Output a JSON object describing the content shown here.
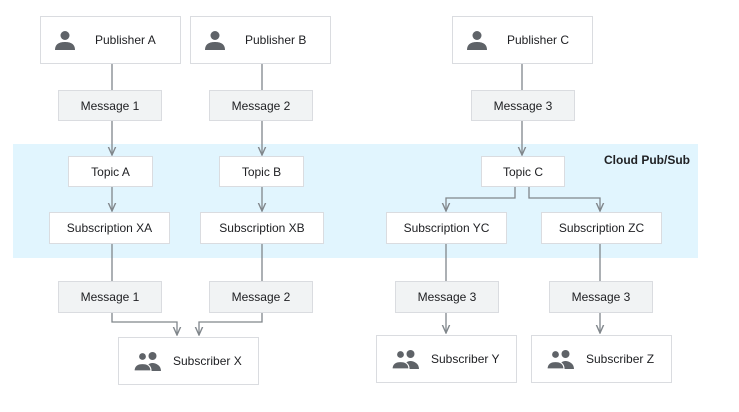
{
  "region": {
    "label": "Cloud Pub/Sub",
    "color": "#e1f5fe"
  },
  "colors": {
    "line": "#80868b",
    "icon": "#5f6368",
    "border": "#dadce0",
    "grey_fill": "#f1f3f4"
  },
  "publishers": [
    {
      "label": "Publisher A",
      "icon": "person-icon"
    },
    {
      "label": "Publisher B",
      "icon": "person-icon"
    },
    {
      "label": "Publisher C",
      "icon": "person-icon"
    }
  ],
  "published_messages": [
    "Message 1",
    "Message 2",
    "Message 3"
  ],
  "topics": [
    "Topic A",
    "Topic B",
    "Topic C"
  ],
  "subscriptions": [
    "Subscription XA",
    "Subscription XB",
    "Subscription YC",
    "Subscription ZC"
  ],
  "delivered_messages": [
    "Message 1",
    "Message 2",
    "Message 3",
    "Message 3"
  ],
  "subscribers": [
    {
      "label": "Subscriber X",
      "icon": "group-icon"
    },
    {
      "label": "Subscriber Y",
      "icon": "group-icon"
    },
    {
      "label": "Subscriber Z",
      "icon": "group-icon"
    }
  ]
}
